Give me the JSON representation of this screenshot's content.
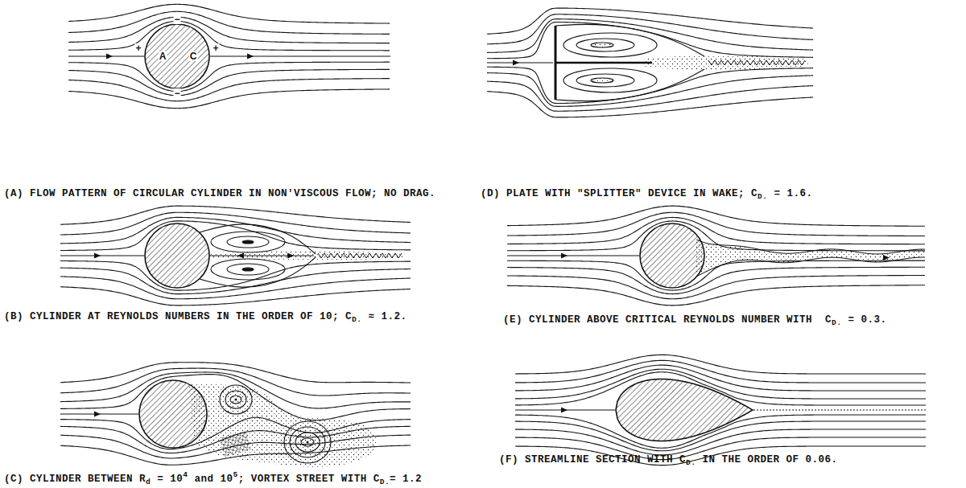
{
  "diagram": {
    "labels": [
      "A",
      "C",
      "+",
      "+",
      "−",
      "−",
      "(A) FLOW PATTERN OF CIRCULAR CYLINDER IN NON'VISCOUS FLOW; NO DRAG.",
      "(B) CYLINDER AT REYNOLDS NUMBERS IN THE ORDER OF 10;",
      "C",
      "D.",
      "≈ 1.2.",
      "(C) CYLINDER BETWEEN R",
      "d",
      "= 10",
      "4",
      "and 10",
      "5",
      "; VORTEX STREET WITH C",
      "D.",
      "= 1.2",
      "(D) PLATE WITH \"SPLITTER\" DEVICE IN WAKE; C",
      "D.",
      "= 1.6.",
      "(E) CYLINDER ABOVE CRITICAL REYNOLDS NUMBER WITH  C",
      "D.",
      "= 0.3.",
      "(F) STREAMLINE SECTION WITH C",
      "D.",
      "IN THE ORDER OF 0.06."
    ]
  }
}
